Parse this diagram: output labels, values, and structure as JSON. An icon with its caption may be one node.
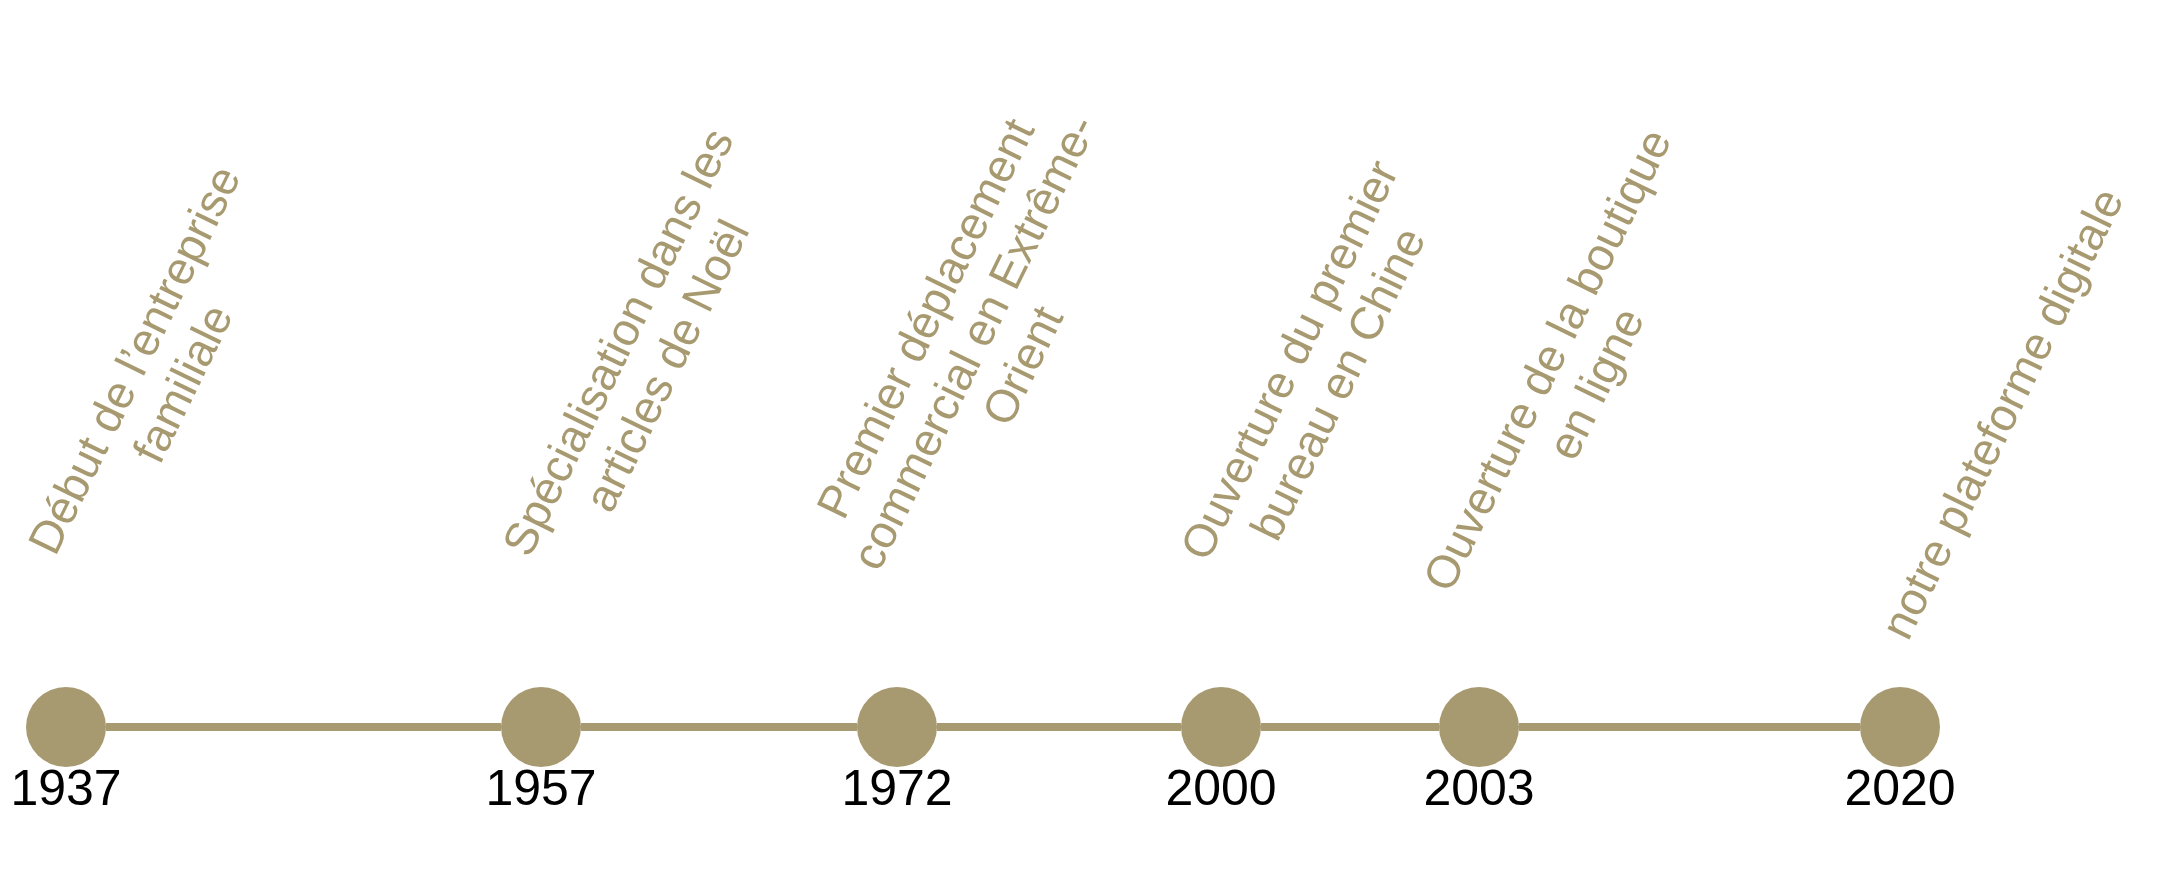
{
  "diagram": {
    "nodes": [
      {
        "text": [],
        "shape": "circle",
        "beside": [
          "Début de l’entreprise familiale",
          "1937"
        ]
      },
      {
        "text": [],
        "shape": "circle",
        "beside": [
          "Spécialisation dans les articles de Noël",
          "1957"
        ]
      },
      {
        "text": [],
        "shape": "circle",
        "beside": [
          "Premier déplacement commercial en Extrême-Orient",
          "1972"
        ]
      },
      {
        "text": [],
        "shape": "circle",
        "beside": [
          "Ouverture du premier bureau en Chine",
          "2000"
        ]
      },
      {
        "text": [],
        "shape": "circle",
        "beside": [
          "Ouverture de la boutique en ligne",
          "2003"
        ]
      },
      {
        "text": [],
        "shape": "circle",
        "beside": [
          "notre plateforme digitale",
          "2020"
        ]
      }
    ],
    "edges": [
      {
        "from": 0,
        "to": 1,
        "arrow": "none"
      },
      {
        "from": 1,
        "to": 2,
        "arrow": "none"
      },
      {
        "from": 2,
        "to": 3,
        "arrow": "none"
      },
      {
        "from": 3,
        "to": 4,
        "arrow": "none"
      },
      {
        "from": 4,
        "to": 5,
        "arrow": "none"
      }
    ]
  }
}
